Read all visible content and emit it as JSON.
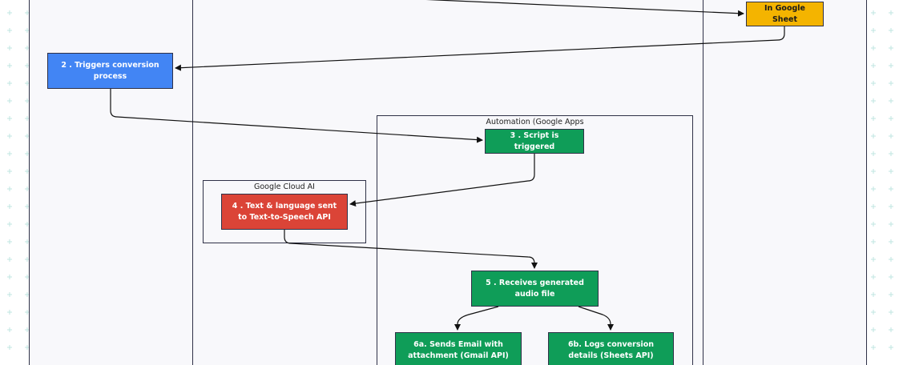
{
  "colors": {
    "lane_border": "#2f3147",
    "lane_fill": "#f8f8fb",
    "grid_plus": "#bfe6e0",
    "edge": "#111111",
    "blue": "#4285f4",
    "yellow": "#f4b400",
    "green": "#0f9d58",
    "red": "#db4437"
  },
  "groups": {
    "automation": "Automation (Google Apps",
    "cloud_ai": "Google Cloud AI"
  },
  "nodes": {
    "sheet": "In Google Sheet",
    "step2": "2 . Triggers conversion process",
    "step3": "3 . Script is triggered",
    "step4": "4 . Text & language sent to Text-to-Speech API",
    "step5": "5 . Receives generated audio file",
    "step6a": "6a. Sends Email with attachment (Gmail API)",
    "step6b": "6b. Logs conversion details (Sheets API)"
  }
}
